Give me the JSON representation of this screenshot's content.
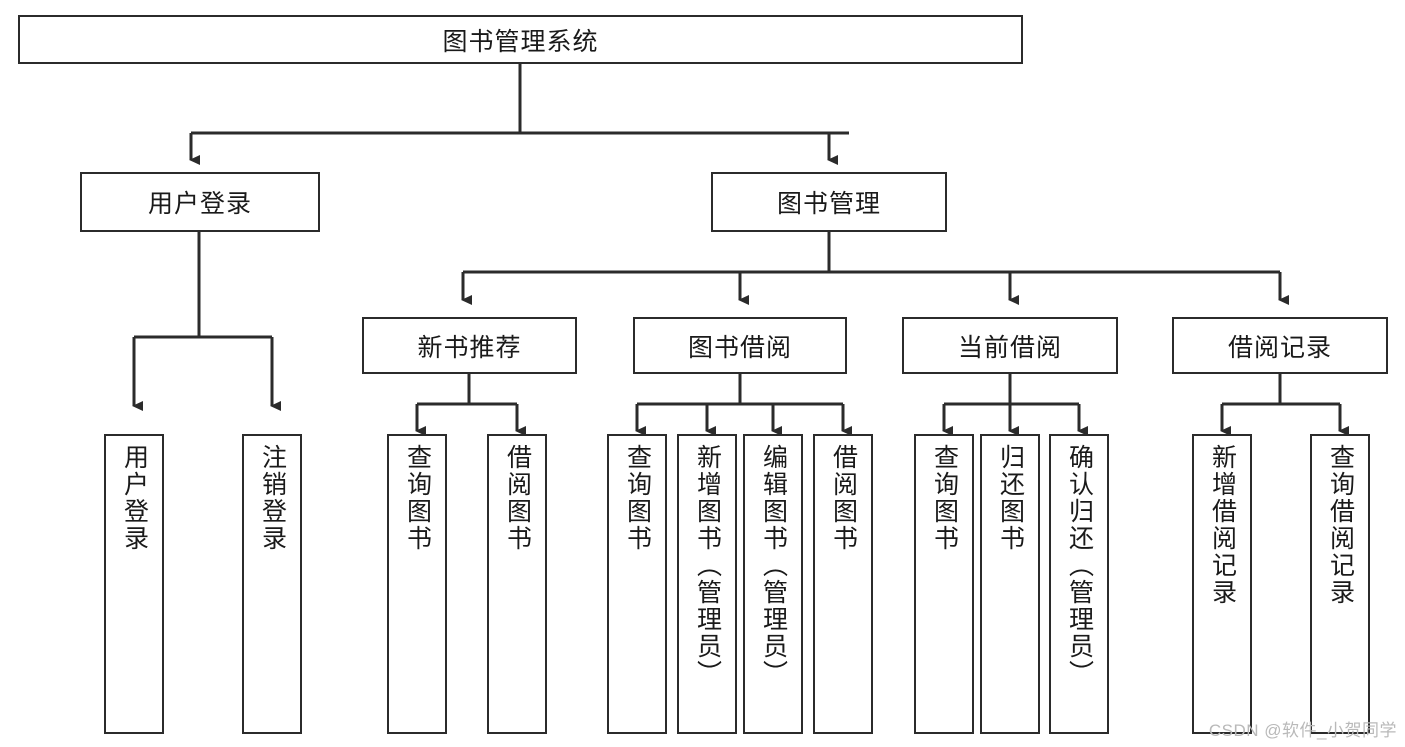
{
  "diagram": {
    "type": "tree-hierarchy",
    "title": "图书管理系统",
    "orientation": "top-down",
    "colors": {
      "background": "#ffffff",
      "box_border": "#2b2b2b",
      "box_fill": "#ffffff",
      "text": "#1a1a1a",
      "connector": "#2b2b2b",
      "watermark": "#b9b9b9"
    },
    "levels": {
      "root": {
        "label": "图书管理系统"
      },
      "level2": [
        {
          "label": "用户登录"
        },
        {
          "label": "图书管理"
        }
      ],
      "level3": [
        {
          "label": "新书推荐"
        },
        {
          "label": "图书借阅"
        },
        {
          "label": "当前借阅"
        },
        {
          "label": "借阅记录"
        }
      ],
      "leaves": {
        "user_login": [
          {
            "label": "用户登录"
          },
          {
            "label": "注销登录"
          }
        ],
        "new_book_recommend": [
          {
            "label": "查询图书"
          },
          {
            "label": "借阅图书"
          }
        ],
        "book_borrow": [
          {
            "label": "查询图书"
          },
          {
            "label": "新增图书（管理员）"
          },
          {
            "label": "编辑图书（管理员）"
          },
          {
            "label": "借阅图书"
          }
        ],
        "current_borrow": [
          {
            "label": "查询图书"
          },
          {
            "label": "归还图书"
          },
          {
            "label": "确认归还（管理员）"
          }
        ],
        "borrow_record": [
          {
            "label": "新增借阅记录"
          },
          {
            "label": "查询借阅记录"
          }
        ]
      }
    }
  },
  "watermark": {
    "text": "CSDN @软件_小贺同学"
  }
}
